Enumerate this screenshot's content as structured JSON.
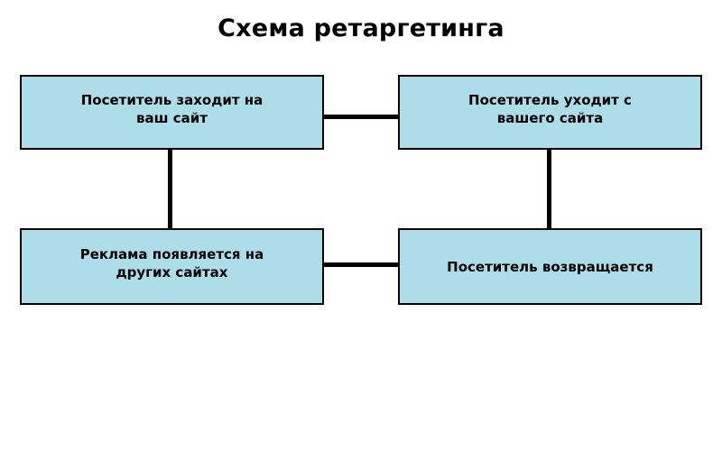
{
  "diagram": {
    "title": "Схема ретаргетинга",
    "type": "flow-diagram",
    "background_color": "#ffffff",
    "node_fill_color": "#addde9",
    "node_border_color": "#000000",
    "connector_color": "#000000",
    "text_color": "#000000",
    "nodes": [
      {
        "id": "visitor-enters",
        "label": "Посетитель заходит на\nваш сайт",
        "lines": [
          "Посетитель заходит на",
          "ваш сайт"
        ],
        "position": "top-left"
      },
      {
        "id": "visitor-leaves",
        "label": "Посетитель уходит с\nвашего сайта",
        "lines": [
          "Посетитель уходит с",
          "вашего сайта"
        ],
        "position": "top-right"
      },
      {
        "id": "ads-shown",
        "label": "Реклама появляется на\nдругих сайтах",
        "lines": [
          "Реклама появляется на",
          "других сайтах"
        ],
        "position": "bottom-left"
      },
      {
        "id": "visitor-returns",
        "label": "Посетитель возвращается",
        "lines": [
          "Посетитель возвращается"
        ],
        "position": "bottom-right"
      }
    ],
    "connectors": [
      {
        "id": "top",
        "from": "visitor-enters",
        "to": "visitor-leaves",
        "orientation": "horizontal"
      },
      {
        "id": "right",
        "from": "visitor-leaves",
        "to": "visitor-returns",
        "orientation": "vertical"
      },
      {
        "id": "bottom",
        "from": "visitor-returns",
        "to": "ads-shown",
        "orientation": "horizontal"
      },
      {
        "id": "left",
        "from": "ads-shown",
        "to": "visitor-enters",
        "orientation": "vertical"
      }
    ]
  }
}
